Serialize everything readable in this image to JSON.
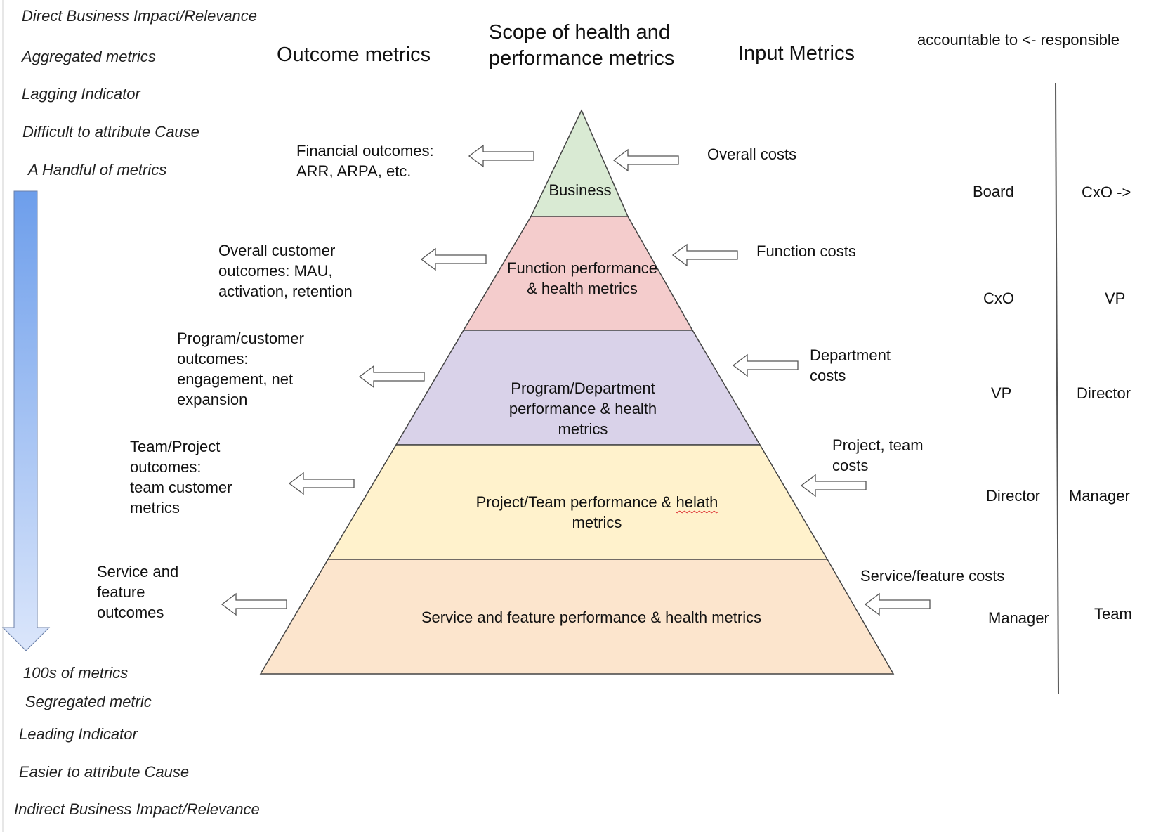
{
  "top_properties": [
    "Direct Business Impact/Relevance",
    "Aggregated metrics",
    "Lagging Indicator",
    "Difficult to attribute Cause",
    "A Handful of metrics"
  ],
  "bottom_properties": [
    "100s of metrics",
    "Segregated metric",
    "Leading Indicator",
    "Easier to attribute Cause",
    "Indirect Business Impact/Relevance"
  ],
  "headers": {
    "outcome": "Outcome metrics",
    "scope_line1": "Scope of health and",
    "scope_line2": "performance metrics",
    "input": "Input Metrics",
    "accountability": "accountable to <- responsible"
  },
  "levels": [
    {
      "label": "Business",
      "color": "#d9ead3"
    },
    {
      "label": "Function performance\n& health metrics",
      "color": "#f4cccc"
    },
    {
      "label": "Program/Department\nperformance & health\nmetrics",
      "color": "#d9d2e9"
    },
    {
      "label_a": "Project/Team performance & ",
      "label_b": "helath",
      "label_c": "metrics",
      "color": "#fff2cc"
    },
    {
      "label": "Service and feature performance & health metrics",
      "color": "#fce5cd"
    }
  ],
  "outcomes": [
    "Financial outcomes:\nARR, ARPA, etc.",
    "Overall customer\noutcomes: MAU,\nactivation, retention",
    "Program/customer\noutcomes:\nengagement, net\nexpansion",
    "Team/Project\noutcomes:\nteam customer\nmetrics",
    "Service and\nfeature\noutcomes"
  ],
  "inputs": [
    "Overall costs",
    "Function costs",
    "Department\ncosts",
    "Project, team\ncosts",
    "Service/feature costs"
  ],
  "accountable": [
    "Board",
    "CxO",
    "VP",
    "Director",
    "Manager"
  ],
  "responsible": [
    "CxO ->",
    "VP",
    "Director",
    "Manager",
    "Team"
  ],
  "colors": {
    "gradient_top": "#6d9eeb",
    "gradient_bottom": "#dbe6fb",
    "outline": "#444444"
  }
}
